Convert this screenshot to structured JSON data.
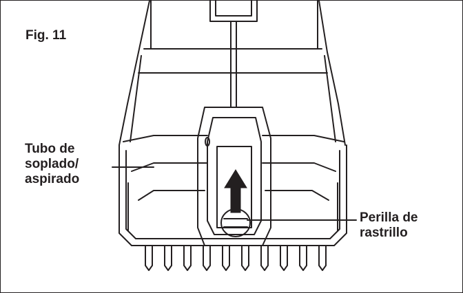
{
  "figure": {
    "title": "Fig. 11",
    "labels": {
      "tube": [
        "Tubo de",
        "soplado/",
        "aspirado"
      ],
      "knob": [
        "Perilla de",
        "rastrillo"
      ]
    },
    "colors": {
      "line": "#231f20",
      "background": "#ffffff",
      "arrow": "#231f20"
    },
    "icons": {
      "arrow": "up-arrow-icon",
      "knob": "rake-knob-icon"
    }
  }
}
